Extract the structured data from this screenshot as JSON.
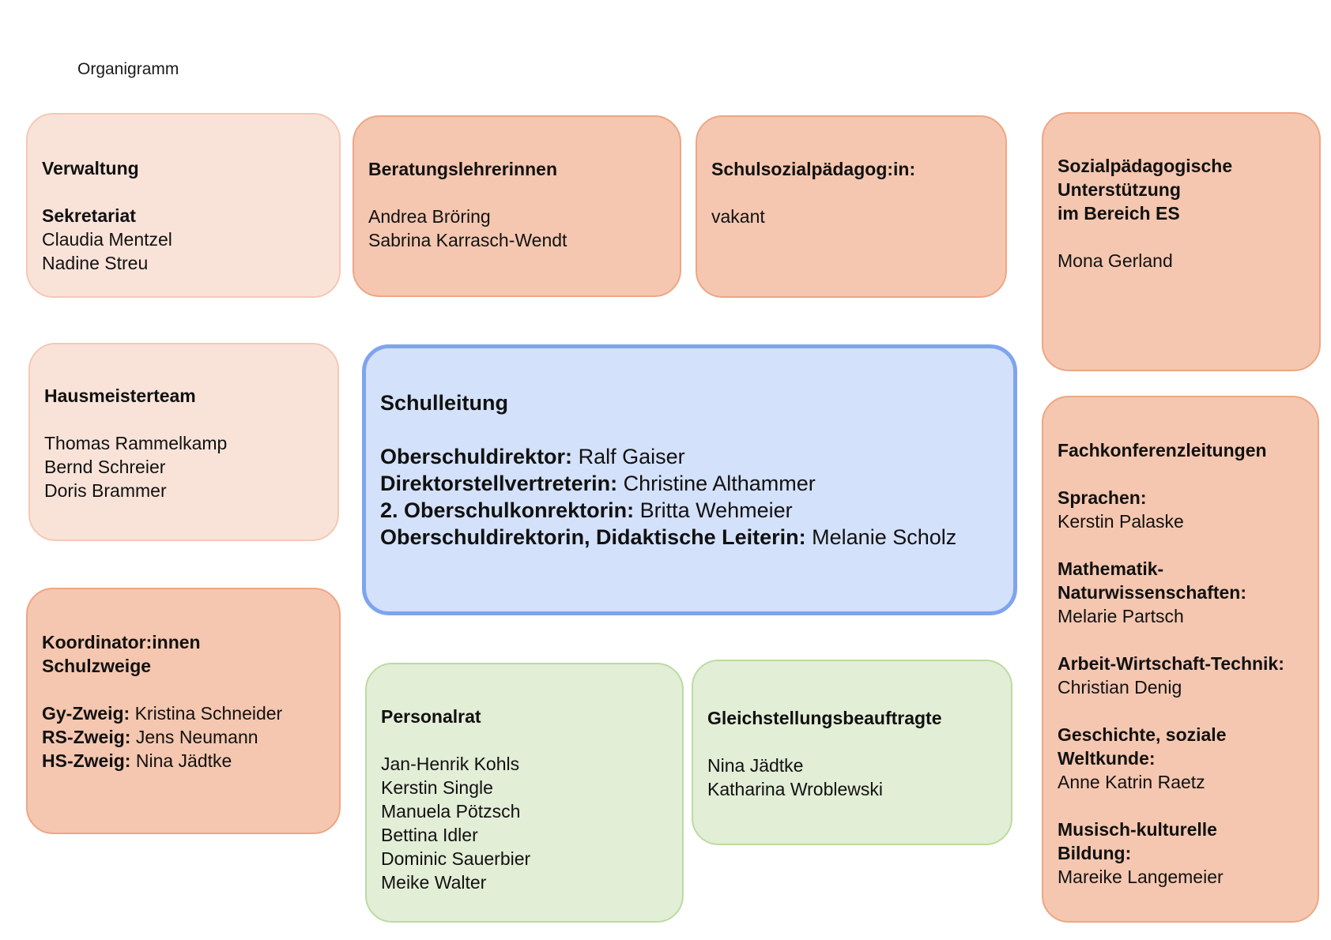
{
  "page_title": "Organigramm",
  "boxes": {
    "verwaltung": {
      "title": "Verwaltung",
      "subtitle": "Sekretariat",
      "members": [
        "Claudia Mentzel",
        "Nadine Streu"
      ]
    },
    "beratung": {
      "title": "Beratungslehrerinnen",
      "members": [
        "Andrea Bröring",
        "Sabrina Karrasch-Wendt"
      ]
    },
    "schulsozial": {
      "title": "Schulsozialpädagog:in:",
      "members": [
        "vakant"
      ]
    },
    "sozialpaed": {
      "title_lines": [
        "Sozialpädagogische",
        "Unterstützung",
        "im Bereich ES"
      ],
      "members": [
        "Mona Gerland"
      ]
    },
    "hausmeister": {
      "title": "Hausmeisterteam",
      "members": [
        "Thomas Rammelkamp",
        "Bernd Schreier",
        "Doris Brammer"
      ]
    },
    "schulleitung": {
      "title": "Schulleitung",
      "entries": [
        {
          "role": "Oberschuldirektor:",
          "name": "Ralf Gaiser"
        },
        {
          "role": "Direktorstellvertreterin:",
          "name": "Christine Althammer"
        },
        {
          "role": "2. Oberschulkonrektorin:",
          "name": "Britta Wehmeier"
        },
        {
          "role": "Oberschuldirektorin, Didaktische Leiterin:",
          "name": "Melanie Scholz"
        }
      ]
    },
    "koordinatoren": {
      "title_lines": [
        "Koordinator:innen",
        "Schulzweige"
      ],
      "entries": [
        {
          "role": "Gy-Zweig:",
          "name": "Kristina Schneider"
        },
        {
          "role": "RS-Zweig:",
          "name": "Jens Neumann"
        },
        {
          "role": "HS-Zweig:",
          "name": "Nina Jädtke"
        }
      ]
    },
    "personalrat": {
      "title": "Personalrat",
      "members": [
        "Jan-Henrik Kohls",
        "Kerstin Single",
        "Manuela Pötzsch",
        "Bettina Idler",
        "Dominic Sauerbier",
        "Meike Walter"
      ]
    },
    "gleichstellung": {
      "title": "Gleichstellungsbeauftragte",
      "members": [
        "Nina Jädtke",
        "Katharina Wroblewski"
      ]
    },
    "fachkonferenz": {
      "title": "Fachkonferenzleitungen",
      "groups": [
        {
          "subject_lines": [
            "Sprachen:"
          ],
          "name": "Kerstin Palaske"
        },
        {
          "subject_lines": [
            "Mathematik-",
            "Naturwissenschaften:"
          ],
          "name": "Melarie Partsch"
        },
        {
          "subject_lines": [
            "Arbeit-Wirtschaft-Technik:"
          ],
          "name": "Christian Denig"
        },
        {
          "subject_lines": [
            "Geschichte, soziale",
            "Weltkunde:"
          ],
          "name": "Anne Katrin Raetz"
        },
        {
          "subject_lines": [
            "Musisch-kulturelle",
            "Bildung:"
          ],
          "name": "Mareike Langemeier"
        }
      ]
    }
  }
}
